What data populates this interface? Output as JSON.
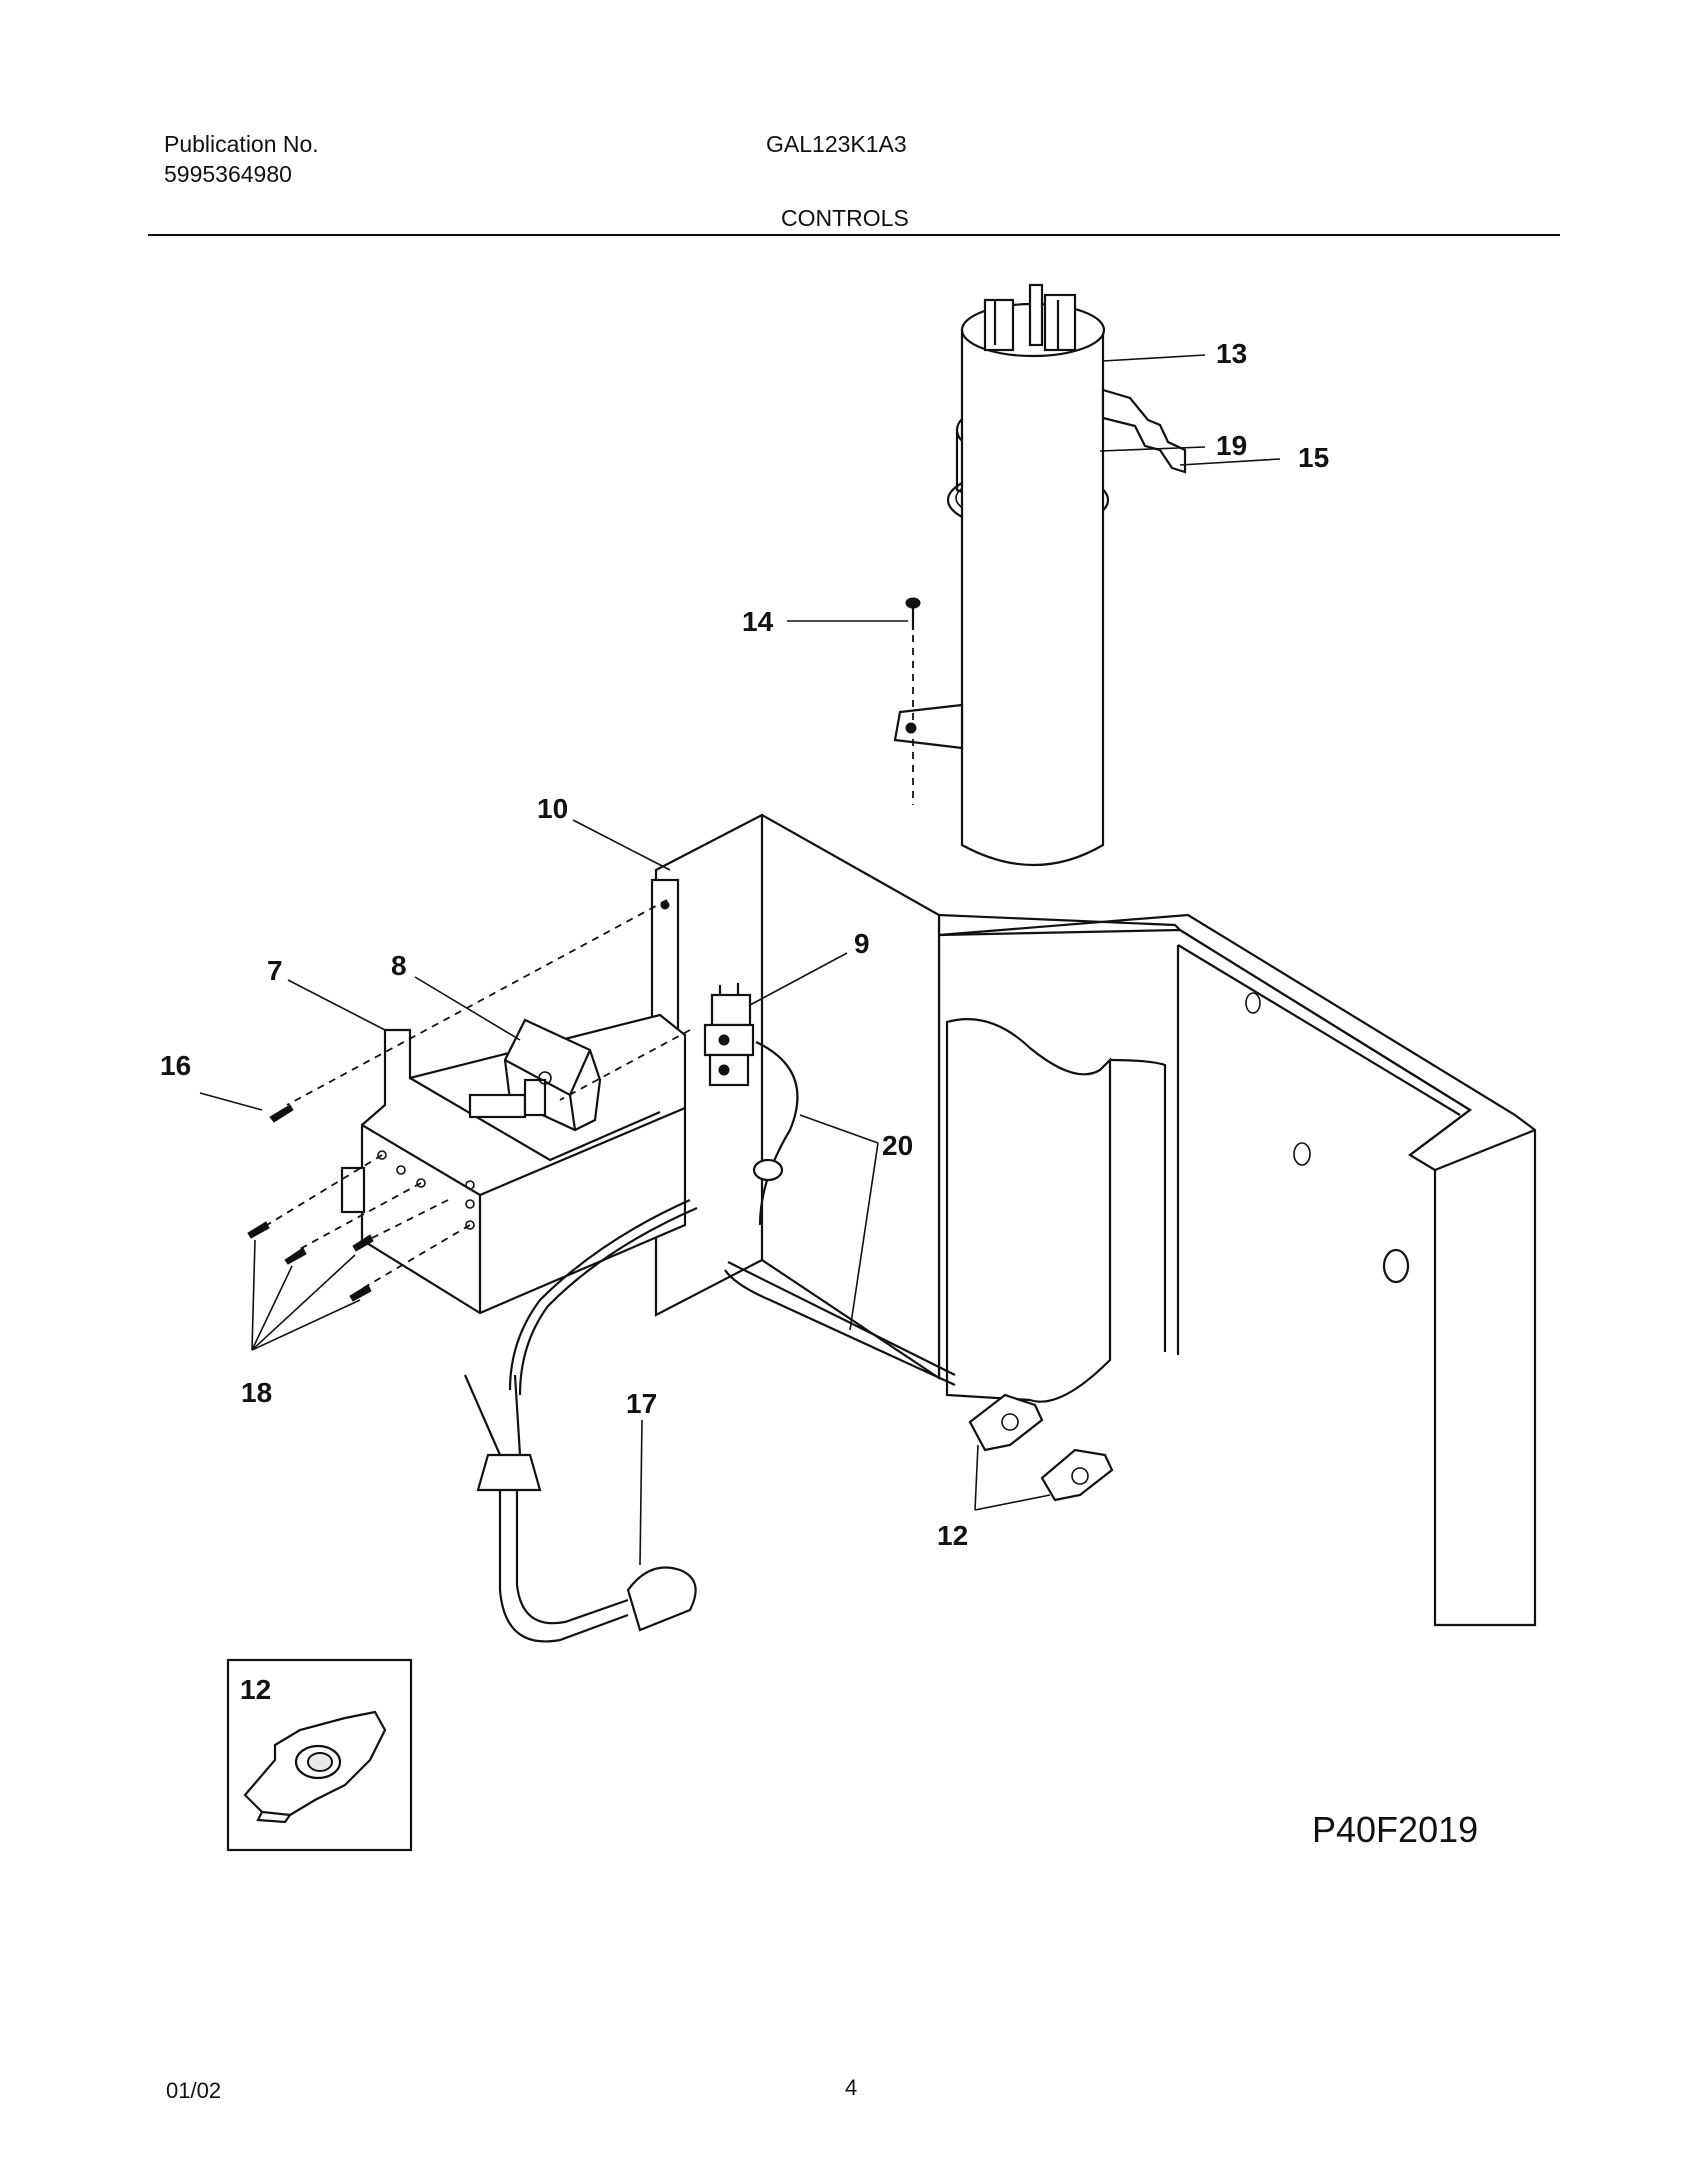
{
  "header": {
    "publication_label": "Publication No.",
    "publication_number": "5995364980",
    "model": "GAL123K1A3",
    "section_title": "CONTROLS"
  },
  "diagram": {
    "callouts": [
      "19",
      "14",
      "13",
      "15",
      "10",
      "9",
      "8",
      "7",
      "16",
      "20",
      "18",
      "17",
      "12",
      "12"
    ],
    "inset_label": "12",
    "figure_code": "P40F2019"
  },
  "footer": {
    "date": "01/02",
    "page": "4"
  }
}
